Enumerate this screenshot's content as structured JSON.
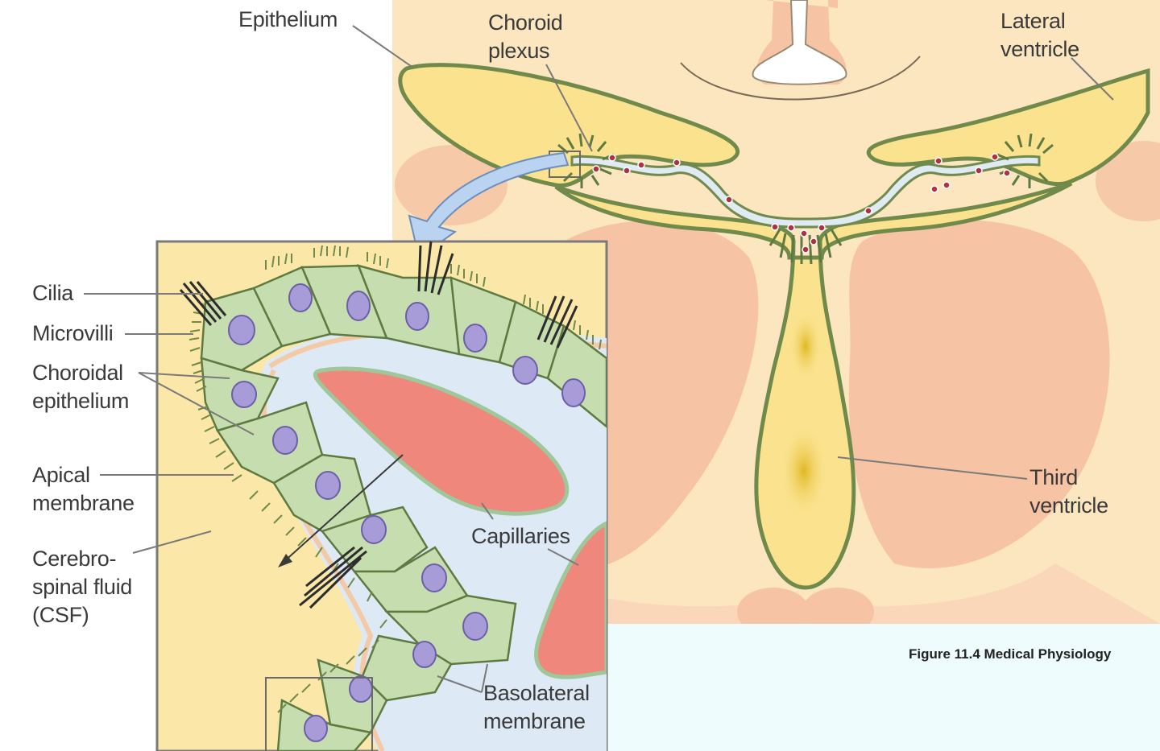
{
  "colors": {
    "brain_bg": "#fbe6bf",
    "ventricle_fill": "#fbe28e",
    "ventricle_outline": "#6f8a4a",
    "tissue_pink": "#f6c4a4",
    "cell_green": "#c6ddb0",
    "nucleus": "#a79bd8",
    "capillary": "#f0877c",
    "interstitial": "#dde9f4",
    "arrow": "#b9d3f0",
    "caption_panel": "#eefcfd"
  },
  "labels": {
    "epithelium": "Epithelium",
    "choroid_plexus": [
      "Choroid",
      "plexus"
    ],
    "lateral_ventricle": [
      "Lateral",
      "ventricle"
    ],
    "third_ventricle": [
      "Third",
      "ventricle"
    ],
    "cilia": "Cilia",
    "microvilli": "Microvilli",
    "choroidal_epithelium": [
      "Choroidal",
      "epithelium"
    ],
    "apical_membrane": [
      "Apical",
      "membrane"
    ],
    "csf": [
      "Cerebro-",
      "spinal fluid",
      "(CSF)"
    ],
    "capillaries": "Capillaries",
    "basolateral_membrane": [
      "Basolateral",
      "membrane"
    ]
  },
  "caption": "Figure 11.4 Medical Physiology"
}
